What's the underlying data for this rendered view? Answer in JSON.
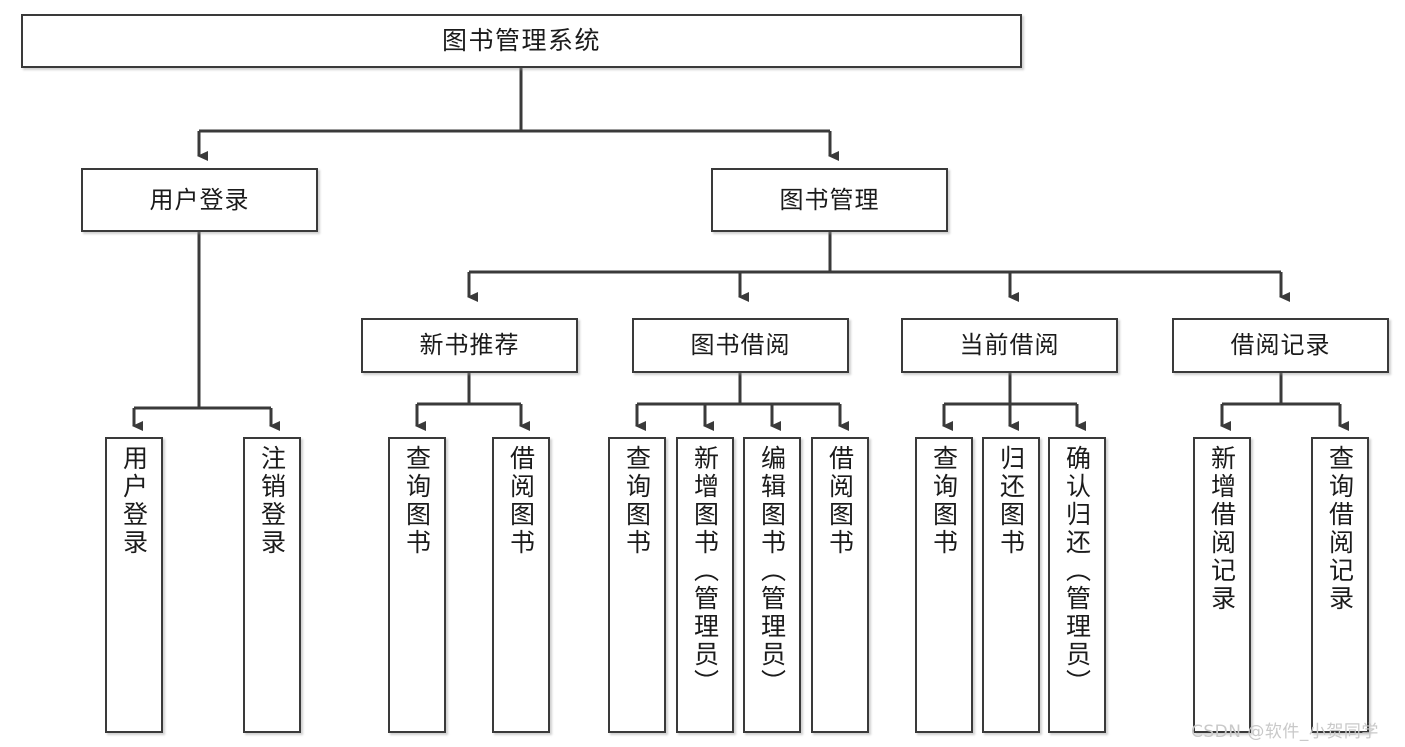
{
  "diagram": {
    "type": "tree",
    "title": "图书管理系统",
    "watermark": "CSDN @软件_小贺同学",
    "colors": {
      "node_border": "#3a3a3a",
      "node_fill": "#ffffff",
      "connector": "#3a3a3a",
      "text": "#1b1b1b",
      "watermark": "#c9c9c9"
    },
    "nodes": {
      "root": {
        "label": "图书管理系统"
      },
      "level2": [
        {
          "label": "用户登录"
        },
        {
          "label": "图书管理"
        }
      ],
      "level3": [
        {
          "label": "新书推荐"
        },
        {
          "label": "图书借阅"
        },
        {
          "label": "当前借阅"
        },
        {
          "label": "借阅记录"
        }
      ],
      "leaves_user_login": [
        {
          "label": "用户登录"
        },
        {
          "label": "注销登录"
        }
      ],
      "leaves_new_books": [
        {
          "label": "查询图书"
        },
        {
          "label": "借阅图书"
        }
      ],
      "leaves_borrow": [
        {
          "label": "查询图书"
        },
        {
          "label": "新增图书（管理员）"
        },
        {
          "label": "编辑图书（管理员）"
        },
        {
          "label": "借阅图书"
        }
      ],
      "leaves_current": [
        {
          "label": "查询图书"
        },
        {
          "label": "归还图书"
        },
        {
          "label": "确认归还（管理员）"
        }
      ],
      "leaves_records": [
        {
          "label": "新增借阅记录"
        },
        {
          "label": "查询借阅记录"
        }
      ]
    }
  }
}
